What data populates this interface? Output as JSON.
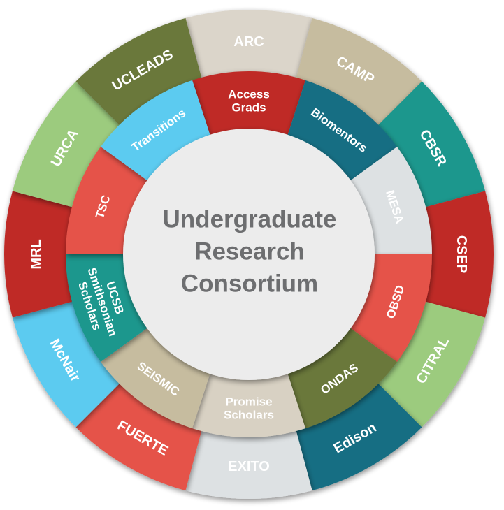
{
  "center": {
    "lines": [
      "Undergraduate",
      "Research",
      "Consortium"
    ],
    "color": "#6d6e70",
    "fill": "#ececec"
  },
  "outer_ring": [
    {
      "label": [
        "ARC"
      ],
      "color": "#dbd5ca"
    },
    {
      "label": [
        "CAMP"
      ],
      "color": "#c6bc9f"
    },
    {
      "label": [
        "CBSR"
      ],
      "color": "#1e978d"
    },
    {
      "label": [
        "CSEP"
      ],
      "color": "#bf2a25"
    },
    {
      "label": [
        "CITRAL"
      ],
      "color": "#9ccb7e"
    },
    {
      "label": [
        "Edison"
      ],
      "color": "#146e83"
    },
    {
      "label": [
        "EXITO"
      ],
      "color": "#dde1e3"
    },
    {
      "label": [
        "FUERTE"
      ],
      "color": "#e55248"
    },
    {
      "label": [
        "McNair"
      ],
      "color": "#5ccbf0"
    },
    {
      "label": [
        "MRL"
      ],
      "color": "#bf2a25"
    },
    {
      "label": [
        "URCA"
      ],
      "color": "#9ccb7e"
    },
    {
      "label": [
        "UCLEADS"
      ],
      "color": "#6b783b"
    }
  ],
  "inner_ring": [
    {
      "label": [
        "Access",
        "Grads"
      ],
      "color": "#bf2a25"
    },
    {
      "label": [
        "Biomentors"
      ],
      "color": "#146e83"
    },
    {
      "label": [
        "MESA"
      ],
      "color": "#dde1e3"
    },
    {
      "label": [
        "OBSD"
      ],
      "color": "#e55248"
    },
    {
      "label": [
        "ONDAS"
      ],
      "color": "#6b783b"
    },
    {
      "label": [
        "Promise",
        "Scholars"
      ],
      "color": "#d8d1c3"
    },
    {
      "label": [
        "SEISMIC"
      ],
      "color": "#c6bc9f"
    },
    {
      "label": [
        "UCSB",
        "Smithsonian",
        "Scholars"
      ],
      "color": "#1e978d"
    },
    {
      "label": [
        "TSC"
      ],
      "color": "#e55248"
    },
    {
      "label": [
        "Transitions"
      ],
      "color": "#5ccbf0"
    }
  ]
}
